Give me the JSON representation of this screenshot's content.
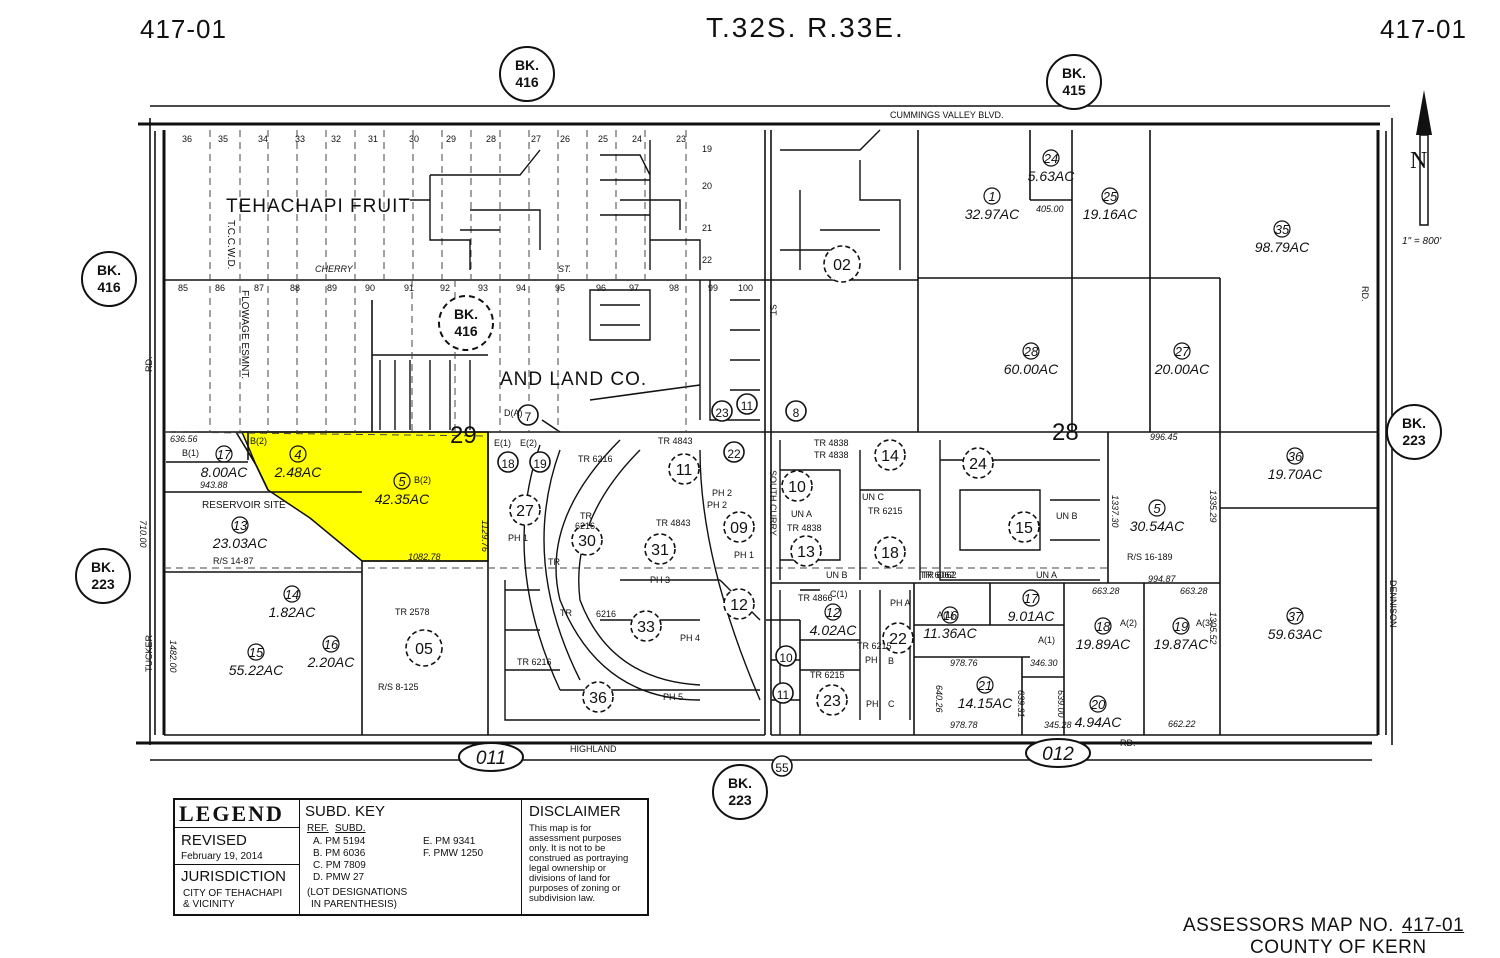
{
  "header": {
    "left_map": "417-01",
    "center_title": "T.32S.  R.33E.",
    "right_map": "417-01"
  },
  "north": {
    "label": "N",
    "scale": "1\" = 800'"
  },
  "sections": {
    "s29": "29",
    "s28": "28"
  },
  "book_refs": [
    {
      "line1": "BK.",
      "line2": "416"
    },
    {
      "line1": "BK.",
      "line2": "415"
    },
    {
      "line1": "BK.",
      "line2": "416"
    },
    {
      "line1": "BK.",
      "line2": "416"
    },
    {
      "line1": "BK.",
      "line2": "223"
    },
    {
      "line1": "BK.",
      "line2": "223"
    },
    {
      "line1": "BK.",
      "line2": "223"
    }
  ],
  "roads": {
    "cummings": "CUMMINGS VALLEY  BLVD.",
    "cherry": "CHERRY",
    "cherry_st": "ST.",
    "highland": "HIGHLAND",
    "highland_rd": "RD.",
    "tucker": "TUCKER",
    "rd_left": "RD.",
    "dennison": "DENNISON",
    "rd_right": "RD.",
    "south_curry": "SOUTH CURRY",
    "st_curry": "ST."
  },
  "labels": {
    "tehachapi_fruit": "TEHACHAPI FRUIT",
    "and_land_co": "AND LAND CO.",
    "tccwd": "T.C.C.W.D.",
    "flowage": "FLOWAGE ESMNT.",
    "reservoir": "RESERVOIR SITE"
  },
  "lot_numbers_top": [
    "36",
    "35",
    "34",
    "33",
    "32",
    "31",
    "30",
    "29",
    "28",
    "27",
    "26",
    "25",
    "24",
    "23",
    "19",
    "20",
    "21",
    "22"
  ],
  "lot_numbers_mid": [
    "85",
    "86",
    "87",
    "88",
    "89",
    "90",
    "91",
    "92",
    "93",
    "94",
    "95",
    "96",
    "97",
    "98",
    "99",
    "100"
  ],
  "parcels": [
    {
      "id": "24",
      "area": "5.63AC"
    },
    {
      "id": "1",
      "area": "32.97AC"
    },
    {
      "id": "25",
      "area": "19.16AC"
    },
    {
      "id": "35",
      "area": "98.79AC"
    },
    {
      "id": "28",
      "area": "60.00AC"
    },
    {
      "id": "27",
      "area": "20.00AC"
    },
    {
      "id": "36",
      "area": "19.70AC"
    },
    {
      "id": "5",
      "area": "30.54AC"
    },
    {
      "id": "37",
      "area": "59.63AC"
    },
    {
      "id": "16",
      "area": "11.36AC"
    },
    {
      "id": "17",
      "area": "9.01AC"
    },
    {
      "id": "18",
      "area": "19.89AC"
    },
    {
      "id": "19",
      "area": "19.87AC"
    },
    {
      "id": "21",
      "area": "14.15AC"
    },
    {
      "id": "20",
      "area": "4.94AC"
    },
    {
      "id": "17",
      "area": "8.00AC"
    },
    {
      "id": "4",
      "area": "2.48AC"
    },
    {
      "id": "5",
      "area": "42.35AC"
    },
    {
      "id": "13",
      "area": "23.03AC"
    },
    {
      "id": "14",
      "area": "1.82AC"
    },
    {
      "id": "15",
      "area": "55.22AC"
    },
    {
      "id": "16",
      "area": "2.20AC"
    },
    {
      "id": "12",
      "area": "4.02AC"
    }
  ],
  "circles": [
    "02",
    "7",
    "8",
    "11",
    "23",
    "18",
    "19",
    "27",
    "30",
    "31",
    "11",
    "22",
    "09",
    "10",
    "13",
    "14",
    "24",
    "15",
    "18",
    "12",
    "10",
    "11",
    "23",
    "22",
    "33",
    "36",
    "05",
    "55"
  ],
  "tract_labels": [
    "TR 6216",
    "TR 4843",
    "PH 1",
    "PH 2",
    "PH 3",
    "PH 4",
    "PH 5",
    "TR 4838",
    "TR 4838",
    "UN C",
    "TR 6215",
    "UN A",
    "TR 4838",
    "TR 6062",
    "UN B",
    "UN B",
    "TR 6062",
    "UN A",
    "TR 4866",
    "TR 2578",
    "R/S 8-125",
    "R/S 14-87",
    "R/S 16-189",
    "TR 6215",
    "TR 6215",
    "PH A",
    "PH",
    "PH",
    "B",
    "C",
    "TR 4843",
    "PH 2",
    "TR",
    "6216",
    "TR",
    "6216",
    "TR",
    "TR 6216",
    "PH 1",
    "D(A)",
    "E(1)",
    "E(2)",
    "B(1)",
    "B(2)",
    "B(2)",
    "C(1)",
    "A(1)",
    "A(1)",
    "A(2)",
    "A(3)"
  ],
  "dims": [
    "405.00",
    "636.56",
    "943.88",
    "1129.76",
    "1082.78",
    "710.00",
    "1482.00",
    "996.45",
    "1337.30",
    "1335.29",
    "994.87",
    "663.28",
    "663.28",
    "978.76",
    "346.30",
    "640.26",
    "639.31",
    "639.00",
    "978.78",
    "345.28",
    "1305.52",
    "662.22"
  ],
  "book_circles_bottom": [
    "011",
    "012"
  ],
  "highlight_color": "#ffff00",
  "legend": {
    "title": "LEGEND",
    "revised_label": "REVISED",
    "revised_date": "February 19, 2014",
    "jurisdiction_label": "JURISDICTION",
    "jurisdiction_line1": "CITY OF TEHACHAPI",
    "jurisdiction_line2": "& VICINITY",
    "subd_title": "SUBD. KEY",
    "subd_ref": "REF.",
    "subd_subd": "SUBD.",
    "subd_a": "A.   PM 5194",
    "subd_b": "B.   PM 6036",
    "subd_c": "C.   PM 7809",
    "subd_d": "D.   PMW 27",
    "subd_e": "E.    PM 9341",
    "subd_f": "F.    PMW 1250",
    "subd_note1": "(LOT DESIGNATIONS",
    "subd_note2": "IN PARENTHESIS)",
    "disclaimer_title": "DISCLAIMER",
    "disclaimer_text": "This map is for assessment purposes only. It is not to be construed as portraying legal ownership or divisions of land for purposes of zoning or subdivision law."
  },
  "footer": {
    "assessor_label": "ASSESSORS MAP NO.",
    "assessor_no": "417-01",
    "county": "COUNTY OF KERN"
  }
}
